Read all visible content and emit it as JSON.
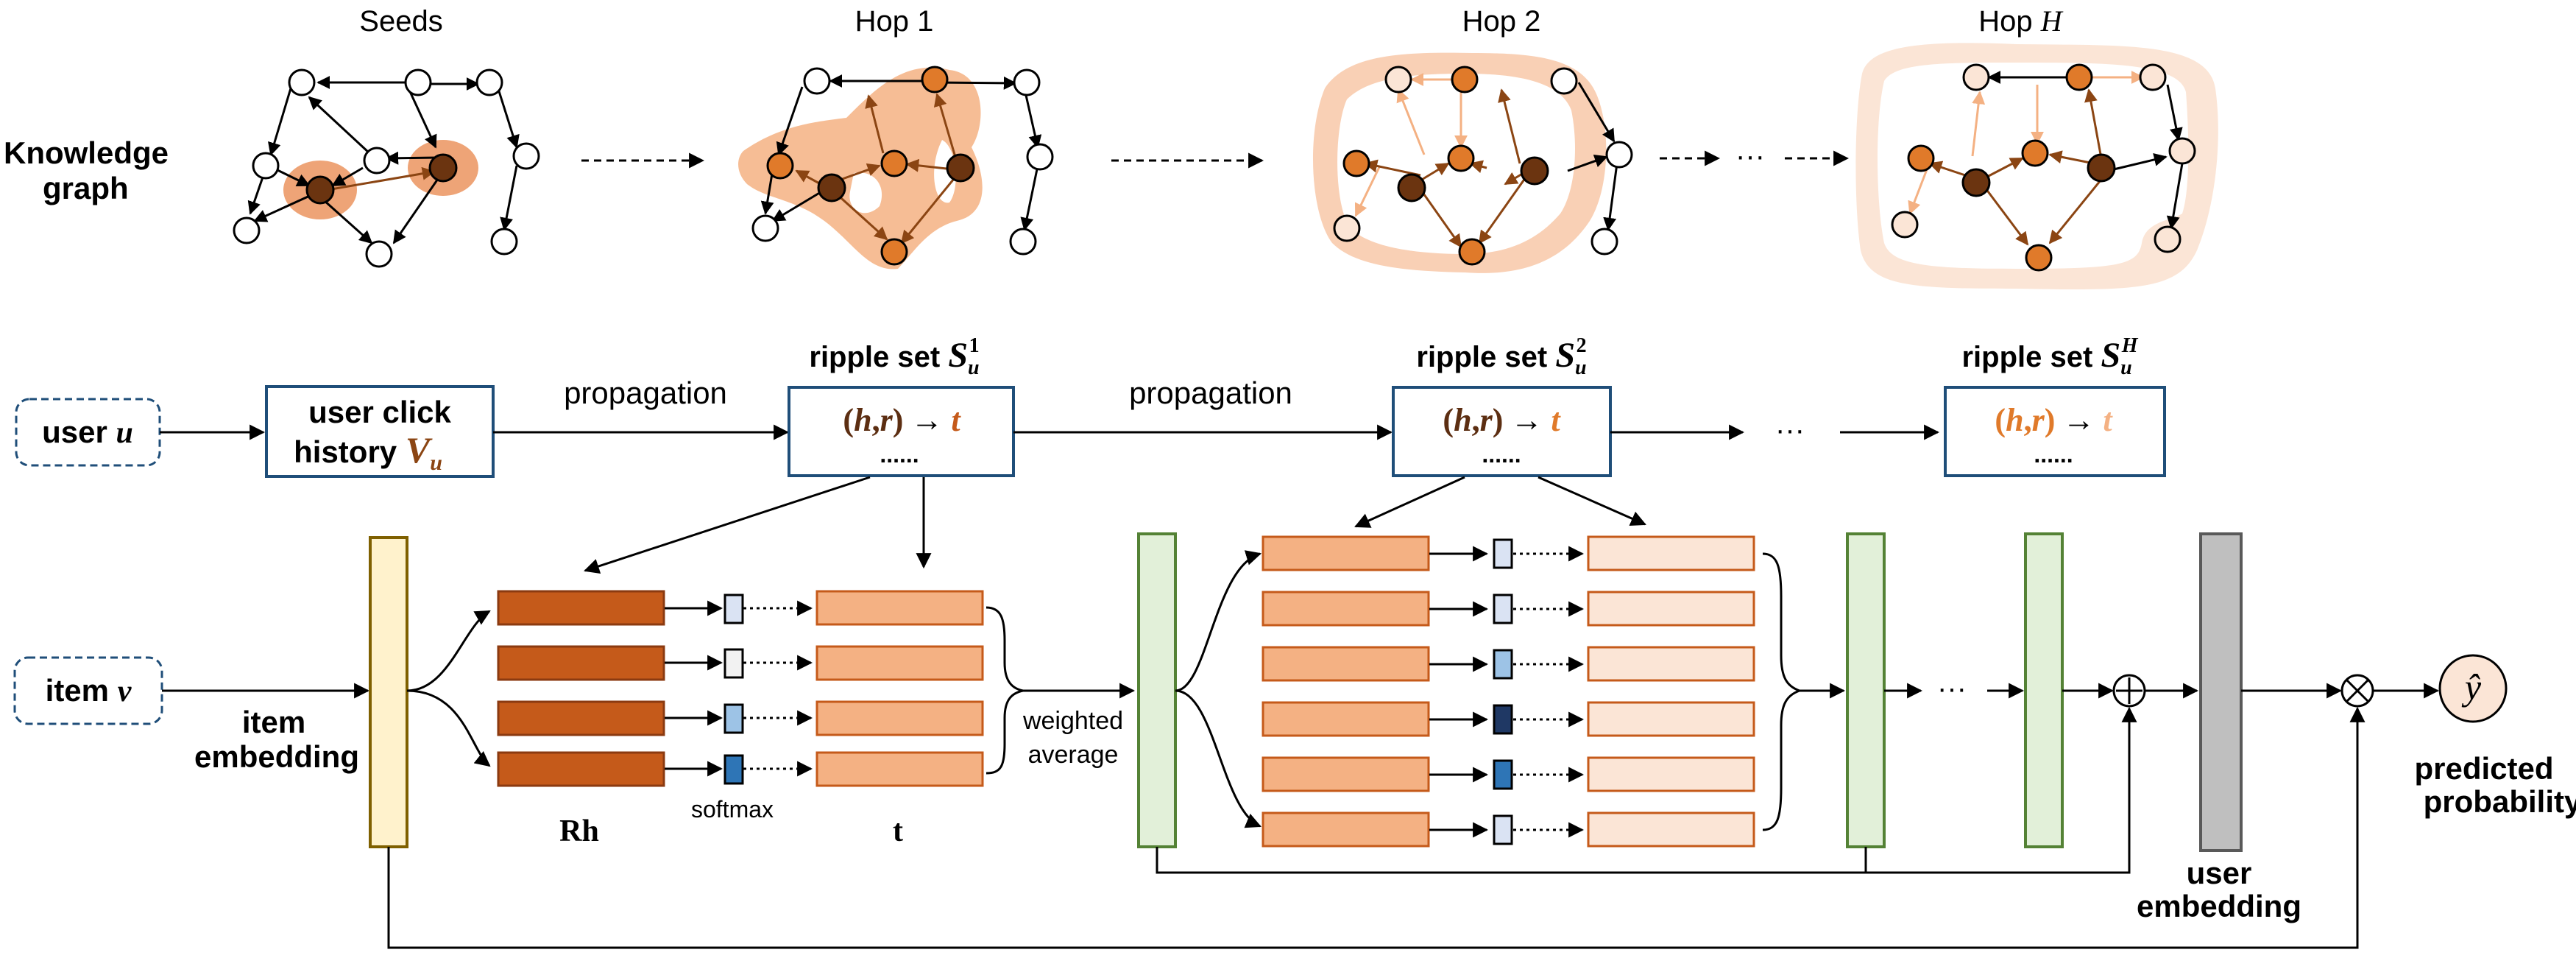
{
  "headers": {
    "seeds": "Seeds",
    "hop1": "Hop 1",
    "hop2": "Hop 2",
    "hopH": "Hop ",
    "hopH_var": "H"
  },
  "kg_label": {
    "line1": "Knowledge",
    "line2": "graph"
  },
  "user": {
    "prefix": "user ",
    "var": "u"
  },
  "item": {
    "prefix": "item ",
    "var": "v"
  },
  "history": {
    "line1": "user click",
    "line2": "history ",
    "var": "V",
    "sub": "u"
  },
  "propagation": "propagation",
  "ripple": {
    "prefix": "ripple set ",
    "S": "S",
    "sub": "u",
    "sup1": "1",
    "sup2": "2",
    "supH": "H",
    "h": "h",
    "comma": ",",
    "r": "r",
    "arrow_t": "→ ",
    "t": "t",
    "open": "(",
    "close": ")",
    "dots": "......"
  },
  "ellipsis": "···",
  "item_embedding": {
    "line1": "item",
    "line2": "embedding"
  },
  "bottom_labels": {
    "Rh": "Rh",
    "softmax": "softmax",
    "t": "t"
  },
  "weighted": {
    "line1": "weighted",
    "line2": "average"
  },
  "user_embedding": {
    "line1": "user",
    "line2": "embedding"
  },
  "predicted": {
    "line1": "predicted",
    "line2": "probability",
    "yhat": "ŷ"
  },
  "ops": {
    "plus": "+",
    "times": "×"
  },
  "colors": {
    "dark_brown": "#5c2e12",
    "orange": "#e07a2a",
    "rust": "#c55a1a",
    "peach": "#f4b183",
    "light_peach": "#fbe5d6",
    "pale": "#f8cbad",
    "box_border": "#1f4e79",
    "green_fill": "#e2f0d9",
    "green_border": "#548235",
    "yellow_fill": "#fff2cc",
    "yellow_border": "#7f6000",
    "gray": "#bfbfbf",
    "sm_light": "#dae3f3",
    "sm_mid": "#9dc3e6",
    "sm_dark": "#2e75b6",
    "sm_darkest": "#1f3864"
  }
}
